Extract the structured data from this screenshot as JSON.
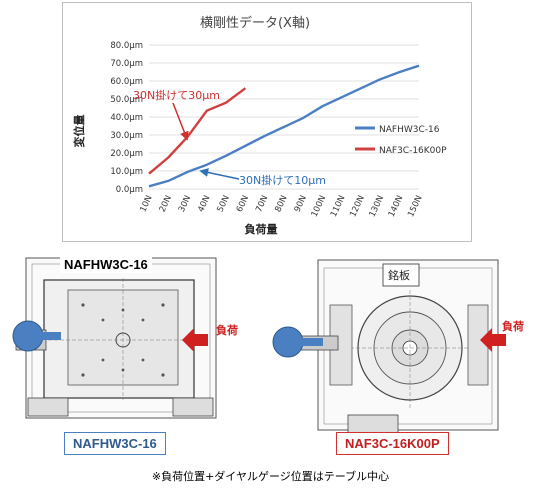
{
  "chart_data": {
    "type": "line",
    "title": "横剛性データ(X軸)",
    "xlabel": "負荷量",
    "ylabel": "変位量",
    "categories": [
      "10N",
      "20N",
      "30N",
      "40N",
      "50N",
      "60N",
      "70N",
      "80N",
      "90N",
      "100N",
      "110N",
      "120N",
      "130N",
      "140N",
      "150N"
    ],
    "yticks": [
      "0.0μm",
      "10.0μm",
      "20.0μm",
      "30.0μm",
      "40.0μm",
      "50.0μm",
      "60.0μm",
      "70.0μm",
      "80.0μm"
    ],
    "ylim": [
      0,
      80
    ],
    "grid": true,
    "legend_position": "right",
    "series": [
      {
        "name": "NAFHW3C-16",
        "color": "#4a7fc1",
        "values": [
          1.5,
          4.5,
          9.5,
          13.5,
          18.5,
          24,
          29.5,
          34.5,
          39.5,
          46,
          51,
          56,
          61,
          65,
          68.5
        ]
      },
      {
        "name": "NAF3C-16K00P",
        "color": "#d04040",
        "values": [
          8.5,
          17.5,
          29,
          43.5,
          48,
          56
        ]
      }
    ],
    "annotations": [
      {
        "text": "30N掛けて30μm",
        "color": "#d03030"
      },
      {
        "text": "30N掛けて10μm",
        "color": "#2e6fb8"
      }
    ]
  },
  "diagram": {
    "left_model": "NAFHW3C-16",
    "right_model": "NAF3C-16K00P",
    "load_label_left": "負荷",
    "load_label_right": "負荷",
    "nameplate": "銘板",
    "footnote": "※負荷位置+ダイヤルゲージ位置はテーブル中心",
    "colors": {
      "left_border": "#4a7fc1",
      "right_border": "#d03030",
      "arrow": "#d02020",
      "gauge": "#4a7fc1"
    }
  }
}
